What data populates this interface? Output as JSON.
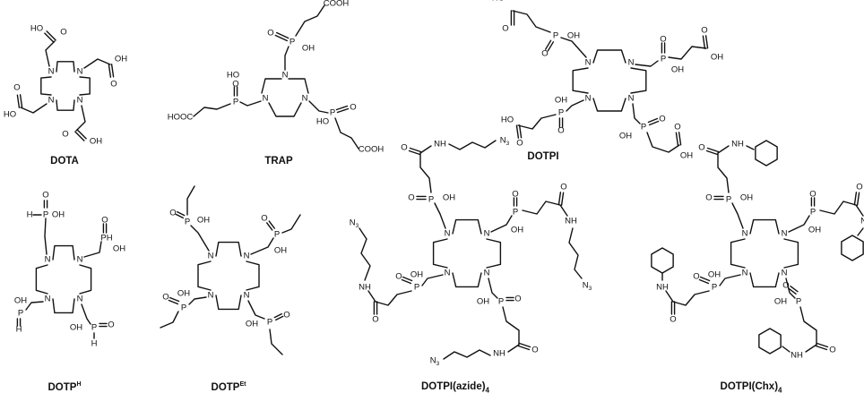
{
  "captions": {
    "dota": "DOTA",
    "trap": "TRAP",
    "dotpi": "DOTPI",
    "dotph_base": "DOTP",
    "dotph_sup": "H",
    "dotpet_base": "DOTP",
    "dotpet_sup": "Et",
    "azide_base": "DOTPI(azide)",
    "azide_sub": "4",
    "chx_base": "DOTPI(Chx)",
    "chx_sub": "4"
  },
  "labels": {
    "n": "N",
    "oh": "OH",
    "ho": "HO",
    "o": "O",
    "p": "P",
    "ph": "PH",
    "h": "H",
    "cooh": "COOH",
    "hooc": "HOOC",
    "nh": "NH",
    "n3": "N3"
  }
}
